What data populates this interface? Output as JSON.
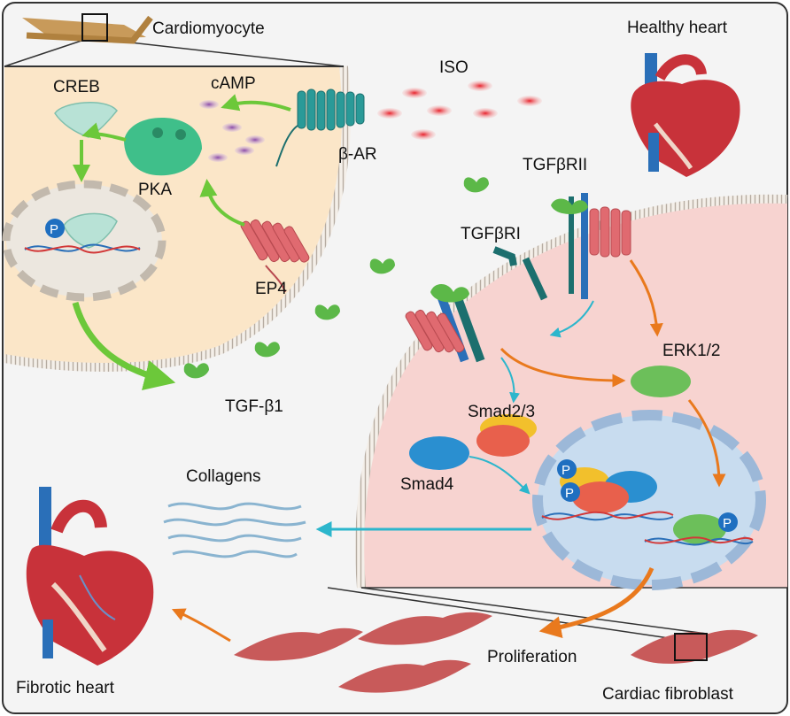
{
  "labels": {
    "cardiomyocyte": "Cardiomyocyte",
    "healthy_heart": "Healthy heart",
    "creb": "CREB",
    "camp": "cAMP",
    "iso": "ISO",
    "beta_ar": "β-AR",
    "pka": "PKA",
    "tgfbrii": "TGFβRII",
    "tgfbri": "TGFβRI",
    "ep4": "EP4",
    "erk": "ERK1/2",
    "tgfb1": "TGF-β1",
    "smad23": "Smad2/3",
    "smad4": "Smad4",
    "collagens": "Collagens",
    "fibrotic_heart": "Fibrotic heart",
    "proliferation": "Proliferation",
    "cardiac_fibroblast": "Cardiac fibroblast",
    "phospho": "P"
  },
  "colors": {
    "cardiomyocyte_bg": "#fbe6c8",
    "fibroblast_bg": "#f7d3d0",
    "membrane": "#bdb4ac",
    "receptor": "#e06a70",
    "receptor_teal": "#2a9a98",
    "tgf_ligand": "#5cb848",
    "green_arrow": "#6cc83a",
    "orange_arrow": "#e9791d",
    "cyan_arrow": "#2cb6cc",
    "smad4": "#2a8fd0",
    "smad23_red": "#e8604c",
    "smad23_yellow": "#f2c02c",
    "erk": "#6cbf5a",
    "nucleus_fb": "#c8dcef",
    "phospho": "#1f6fc0",
    "heart_red": "#c8323a",
    "vessel_blue": "#2a6fb8"
  }
}
